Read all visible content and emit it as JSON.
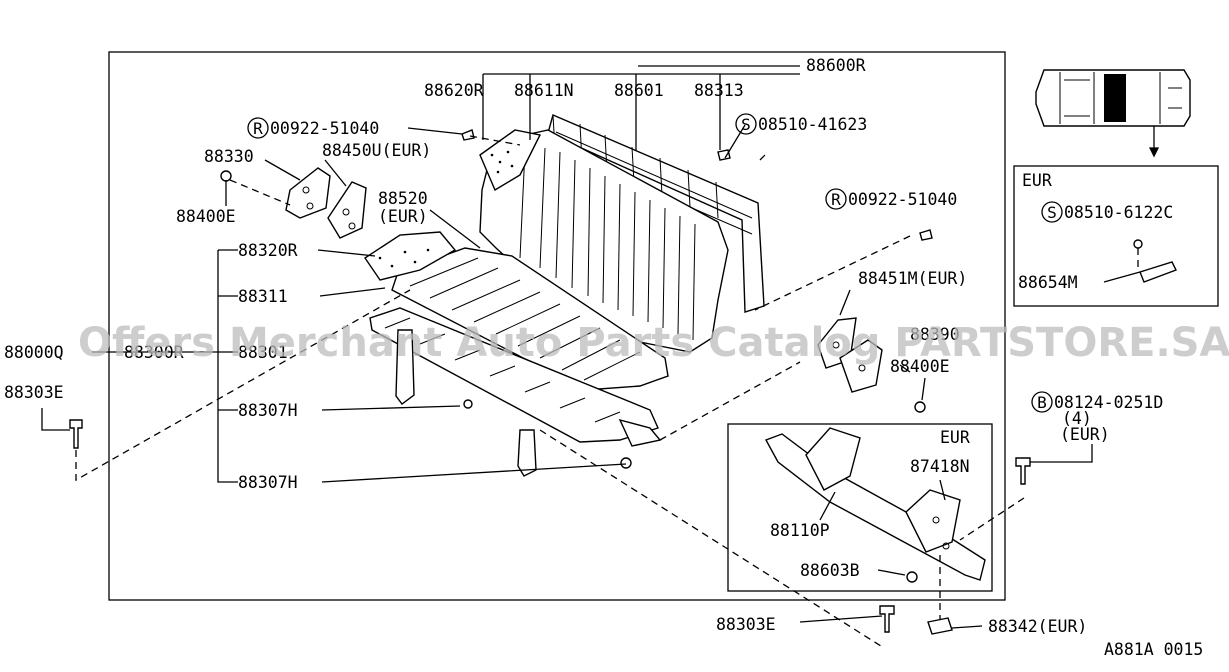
{
  "labels": {
    "p88600R": "88600R",
    "p88620R": "88620R",
    "p88611N": "88611N",
    "p88601": "88601",
    "p88313": "88313",
    "r00922_top_code": "00922-51040",
    "s08510_top_code": "08510-41623",
    "p88330": "88330",
    "p88450U": "88450U(EUR)",
    "p88400E_left": "88400E",
    "p88520": "88520",
    "p88520_eur": "(EUR)",
    "r00922_right_code": "00922-51040",
    "p88320R": "88320R",
    "p88311": "88311",
    "p88451M": "88451M(EUR)",
    "p88000Q": "88000Q",
    "p88300R": "88300R",
    "p88301": "88301",
    "p88390": "88390",
    "p88400E_right": "88400E",
    "p88303E_left": "88303E",
    "p88307H_a": "88307H",
    "p88307H_b": "88307H",
    "b08124_code": "08124-0251D",
    "b08124_qty": "(4)",
    "b08124_eur": "(EUR)",
    "eur_box_label": "EUR",
    "p87418N": "87418N",
    "p88110P": "88110P",
    "p88603B": "88603B",
    "p88303E_bottom": "88303E",
    "p88342": "88342(EUR)",
    "inset_eur": "EUR",
    "inset_s08510_code": "08510-6122C",
    "p88654M": "88654M",
    "diagram_id": "A881A 0015"
  },
  "symbols": {
    "R": "R",
    "S": "S",
    "B": "B"
  },
  "watermark": "Offers Merchant Auto Parts Catalog PARTSTORE.SA"
}
